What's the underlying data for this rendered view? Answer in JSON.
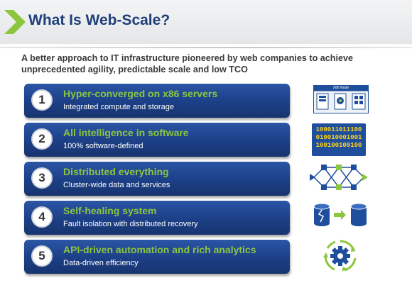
{
  "header": {
    "title": "What Is Web-Scale?",
    "subtitle": "A better approach to IT infrastructure pioneered by web companies to achieve unprecedented agility, predictable scale and low TCO"
  },
  "colors": {
    "title": "#1f3f7a",
    "accent_green": "#8cc63e",
    "bar_blue": "#1c3f86",
    "binary_text": "#ffd11a"
  },
  "items": [
    {
      "number": "1",
      "title": "Hyper-converged on x86 servers",
      "subtitle": "Integrated compute and storage",
      "icon": "x86-node-icon"
    },
    {
      "number": "2",
      "title": "All intelligence in software",
      "subtitle": "100% software-defined",
      "icon": "binary-code-icon"
    },
    {
      "number": "3",
      "title": "Distributed everything",
      "subtitle": "Cluster-wide data and services",
      "icon": "distributed-network-icon"
    },
    {
      "number": "4",
      "title": "Self-healing system",
      "subtitle": "Fault isolation with distributed recovery",
      "icon": "disk-recovery-icon"
    },
    {
      "number": "5",
      "title": "API-driven automation and rich analytics",
      "subtitle": "Data-driven efficiency",
      "icon": "gear-cycle-icon"
    }
  ],
  "icons": {
    "node_label": "X86 Node",
    "binary_lines": [
      "100011011100",
      "010010001001",
      "100100100100"
    ]
  }
}
